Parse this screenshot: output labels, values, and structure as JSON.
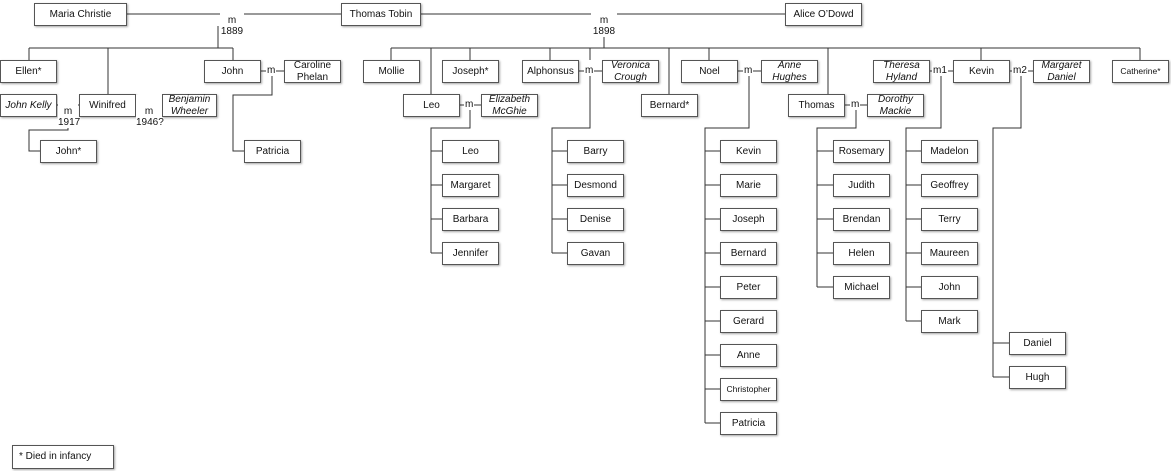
{
  "people": {
    "maria_christie": "Maria Christie",
    "thomas_tobin": "Thomas Tobin",
    "alice_odowd": "Alice O’Dowd",
    "ellen": "Ellen*",
    "winifred": "Winifred",
    "john_kelly": "John Kelly",
    "benjamin_wheeler": "Benjamin\nWheeler",
    "john_k": "John*",
    "john": "John",
    "caroline_phelan": "Caroline\nPhelan",
    "patricia_j": "Patricia",
    "mollie": "Mollie",
    "joseph": "Joseph*",
    "leo": "Leo",
    "elizabeth_mcghie": "Elizabeth\nMcGhie",
    "alphonsus": "Alphonsus",
    "veronica_crough": "Veronica\nCrough",
    "bernard": "Bernard*",
    "noel": "Noel",
    "anne_hughes": "Anne\nHughes",
    "thomas": "Thomas",
    "dorothy_mackie": "Dorothy\nMackie",
    "theresa_hyland": "Theresa\nHyland",
    "kevin": "Kevin",
    "margaret_daniel": "Margaret\nDaniel",
    "catherine": "Catherine*",
    "leo_children": [
      "Leo",
      "Margaret",
      "Barbara",
      "Jennifer"
    ],
    "alphonsus_children": [
      "Barry",
      "Desmond",
      "Denise",
      "Gavan"
    ],
    "noel_children": [
      "Kevin",
      "Marie",
      "Joseph",
      "Bernard",
      "Peter",
      "Gerard",
      "Anne",
      "Christopher",
      "Patricia"
    ],
    "thomas_children": [
      "Rosemary",
      "Judith",
      "Brendan",
      "Helen",
      "Michael"
    ],
    "kevin1_children": [
      "Madelon",
      "Geoffrey",
      "Terry",
      "Maureen",
      "John",
      "Mark"
    ],
    "kevin2_children": [
      "Daniel",
      "Hugh"
    ]
  },
  "marriages": {
    "m": "m",
    "m1": "m1",
    "m2": "m2",
    "year_1889": "1889",
    "year_1898": "1898",
    "year_1917": "1917",
    "year_1946": "1946?"
  },
  "legend": "* Died in infancy"
}
